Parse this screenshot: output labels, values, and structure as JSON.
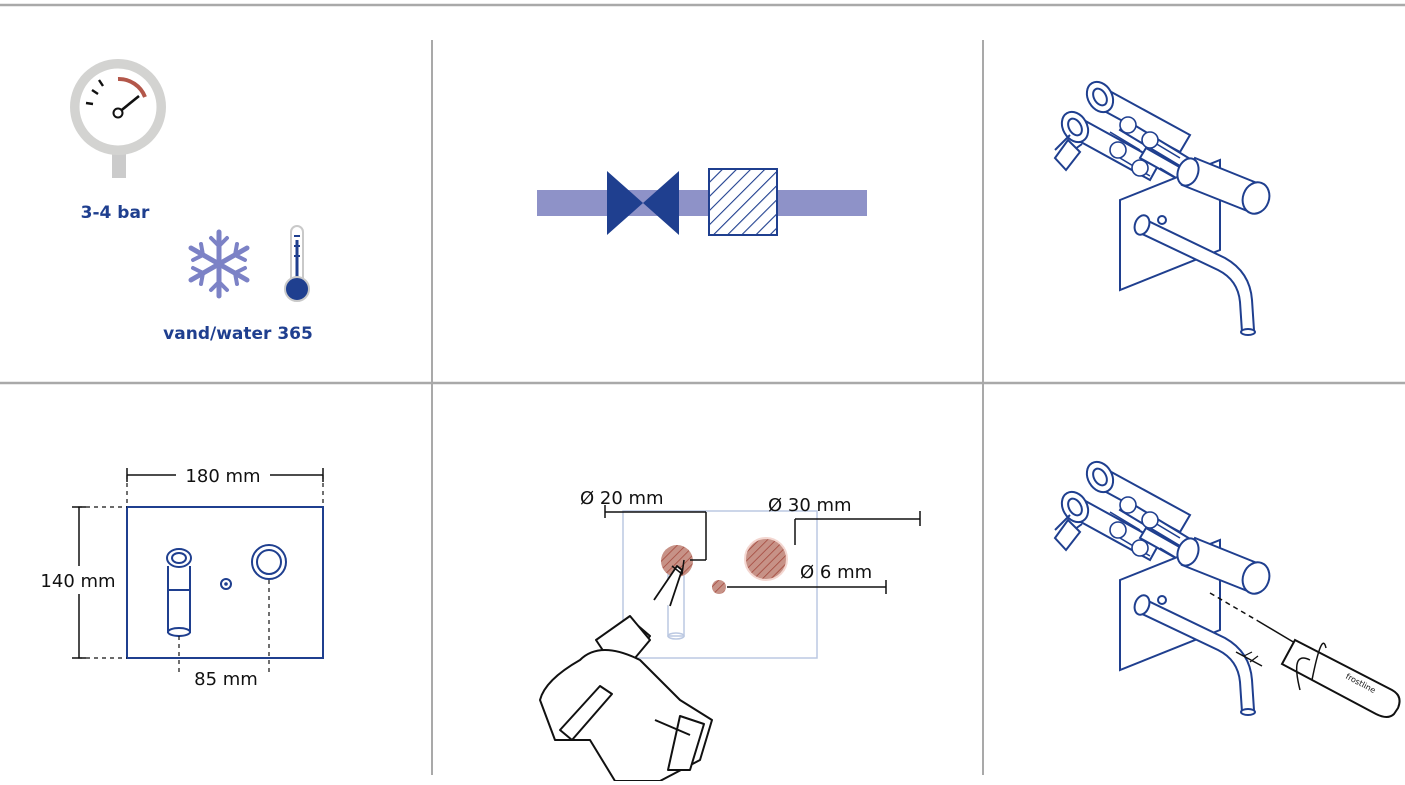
{
  "colors": {
    "primary": "#1f3f8f",
    "light_blue": "#8e92c8",
    "snow": "#7c82c6",
    "red_accent": "#b3574a",
    "hole_fill": "#c79287",
    "gauge_grey": "#d3d3d1",
    "gauge_stem": "#cbcbcb",
    "divider": "#a9a9a9",
    "plate_outline": "#bcc9e2",
    "text": "#111111"
  },
  "panel1": {
    "pressure_label": "3-4 bar",
    "water_label": "vand/water 365",
    "icons": [
      "pressure-gauge-icon",
      "snowflake-icon",
      "thermometer-icon"
    ]
  },
  "panel2": {
    "icons": [
      "shutoff-valve-icon",
      "filter-icon"
    ]
  },
  "panel3": {
    "icons": [
      "faucet-assembly-icon"
    ]
  },
  "panel4": {
    "width_label": "180 mm",
    "height_label": "140 mm",
    "spacing_label": "85 mm"
  },
  "panel5": {
    "hole_20_label": "Ø 20 mm",
    "hole_30_label": "Ø 30 mm",
    "hole_6_label": "Ø 6 mm",
    "icons": [
      "drill-icon"
    ]
  },
  "panel6": {
    "screwdriver_brand": "frostline",
    "icons": [
      "screwdriver-icon",
      "faucet-assembly-icon"
    ]
  }
}
